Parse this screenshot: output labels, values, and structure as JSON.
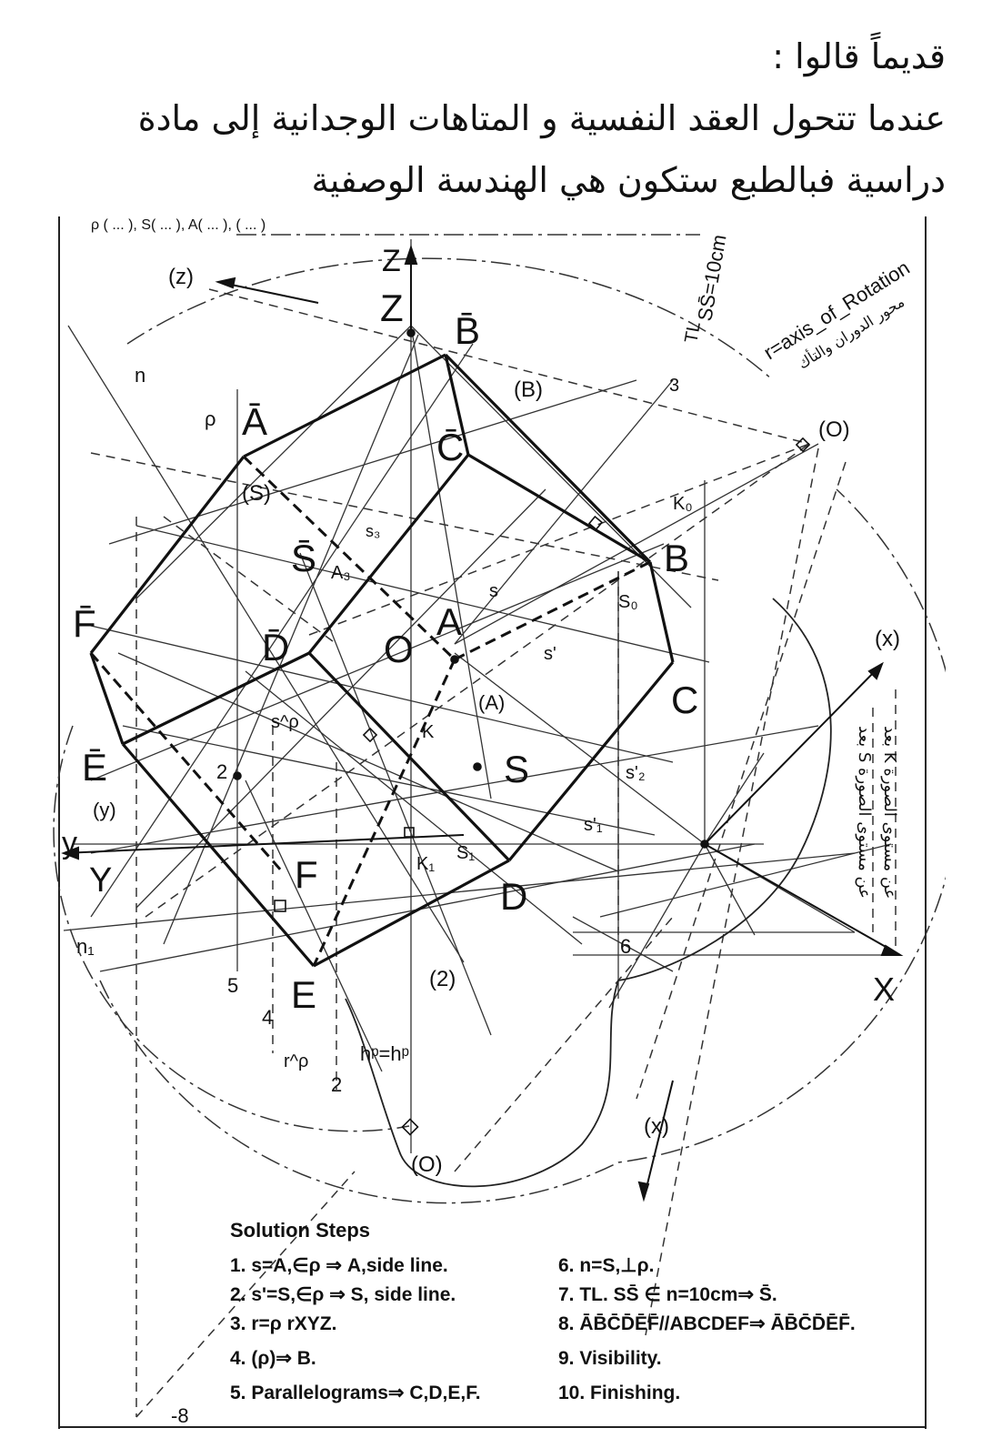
{
  "caption": {
    "line1": "قديماً قالوا :",
    "line2": "عندما تتحول العقد النفسية و المتاهات الوجدانية إلى مادة",
    "line3": "دراسية فبالطبع ستكون هي الهندسة الوصفية"
  },
  "labels": {
    "z_small": "(z)",
    "Z_small": "Z",
    "Z_big": "Z",
    "Bbar": "B̄",
    "B_paren": "(B)",
    "n": "n",
    "rho_v": "ρ",
    "Abar": "Ā",
    "Cbar": "C̄",
    "S_paren": "(S)",
    "Sbar": "S̄",
    "s3": "s₃",
    "A3": "A₃",
    "Fbar": "F̄",
    "Dbar": "D̄",
    "O": "O",
    "A": "A",
    "s": "s",
    "s_prime": "s'",
    "A_paren": "(A)",
    "K": "K",
    "Ebar": "Ē",
    "two": "2",
    "s_rho": "s^ρ",
    "S": "S",
    "s2p": "s'₂",
    "s1p": "s'₁",
    "y_paren": "(y)",
    "y": "y",
    "Y": "Y",
    "F": "F",
    "K1": "K₁",
    "S1": "S₁",
    "D": "D",
    "n1": "n₁",
    "five": "5",
    "E": "E",
    "paren2": "(2)",
    "four": "4",
    "r_rho": "r^ρ",
    "h_eq": "hᵖ=hᵖ",
    "two_b": "2",
    "O_paren": "(O)",
    "minus8": "-8",
    "x_paren_low": "(x)",
    "X": "X",
    "six": "6",
    "C": "C",
    "B": "B",
    "S0": "S₀",
    "K0": "K₀",
    "three": "3",
    "O_paren_top": "(O)",
    "x_paren_top": "(x)",
    "TL": "TL",
    "SS": "SS̄=10cm",
    "axis_rot": "r=axis_of_Rotation",
    "axis_rot_ar": "محور الدوران والتأك",
    "dist_S": "بعد S عن مستوى الصورة",
    "dist_K": "بعد K عن مستوى الصورة",
    "top_clip": "ρ ( ... ), S( ... ), A( ... ), ( ... )"
  },
  "steps": {
    "title": "Solution Steps",
    "s1": "1.  s=A,∈ρ ⇒ A,side line.",
    "s2": "2.  s'=S,∈ρ ⇒ S, side line.",
    "s3": "3.  r=ρ  rXYZ.",
    "s4": "4.  (ρ)⇒ B.",
    "s5": "5.  Parallelograms⇒ C,D,E,F.",
    "s6": "6.  n=S,⊥ρ.",
    "s7": "7.  TL. SS̄ ∈ n=10cm⇒ S̄.",
    "s8": "8.  ĀB̄C̄D̄ĒF̄//ABCDEF⇒ ĀB̄C̄D̄ĒF̄.",
    "s9": "9.  Visibility.",
    "s10": "10.  Finishing."
  }
}
